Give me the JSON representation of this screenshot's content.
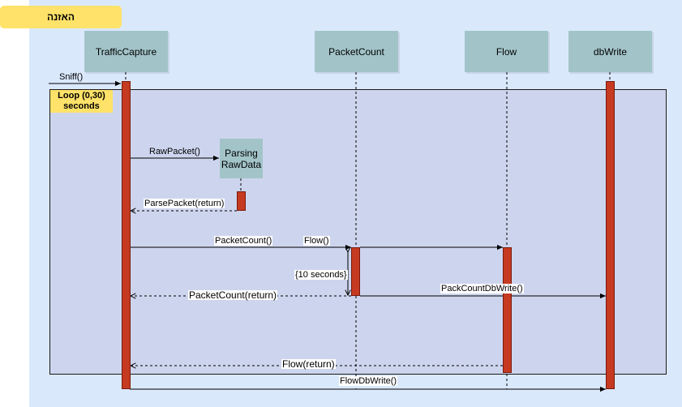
{
  "diagram": {
    "title": "האזנה",
    "loop_label": "Loop (0,30)\nseconds",
    "lifelines": {
      "traffic": "TrafficCapture",
      "packetcount": "PacketCount",
      "flow": "Flow",
      "dbwrite": "dbWrite"
    },
    "parsing_box": "Parsing\nRawData",
    "messages": {
      "sniff": "Sniff()",
      "rawpacket": "RawPacket()",
      "parsepacket_return": "ParsePacket(return)",
      "packetcount_call": "PacketCount()",
      "flow_call": "Flow()",
      "ten_seconds": "{10 seconds}",
      "packetcount_return": "PacketCount(return)",
      "packcountdbwrite": "PackCountDbWrite()",
      "flow_return": "Flow(return)",
      "flowdbwrite": "FlowDbWrite()"
    }
  }
}
